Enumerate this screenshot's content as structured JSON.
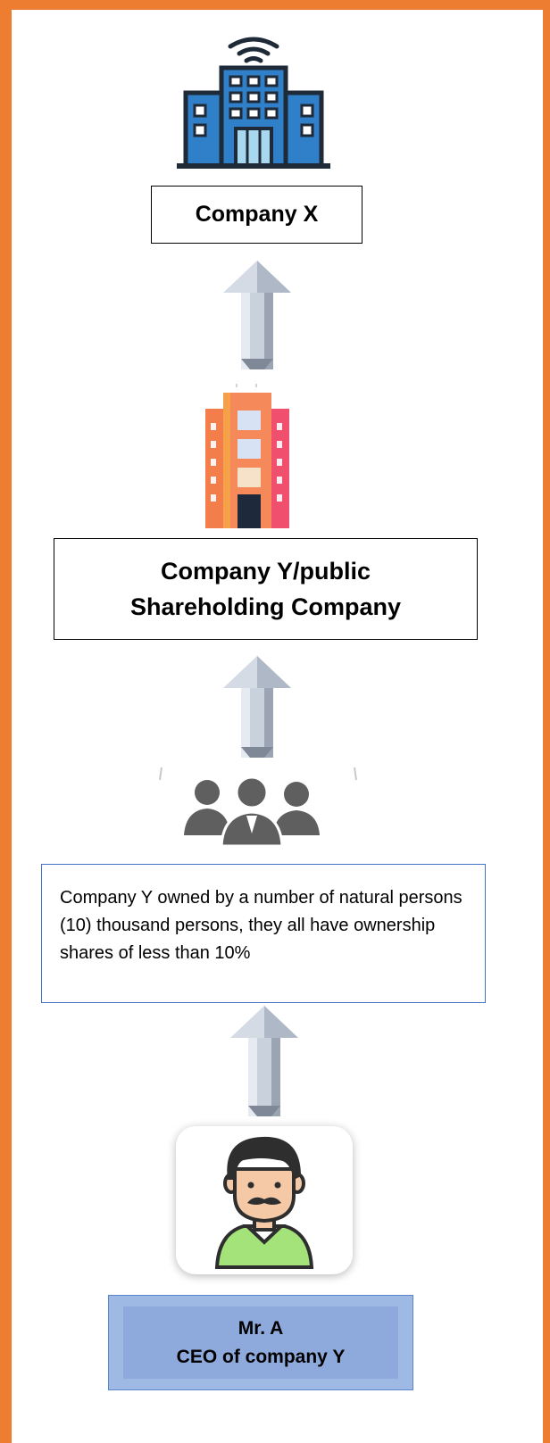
{
  "nodes": {
    "company_x": {
      "label": "Company X"
    },
    "company_y": {
      "line1": "Company Y/public",
      "line2": "Shareholding Company"
    },
    "owners": {
      "text": "Company Y owned by a number of natural persons (10) thousand persons, they all have ownership shares of less than 10%"
    },
    "mr_a": {
      "line1": "Mr. A",
      "line2": "CEO of company Y"
    }
  },
  "icons": [
    "office-building-blue-icon",
    "office-building-orange-icon",
    "people-group-icon",
    "man-avatar-icon",
    "up-arrow-icon"
  ],
  "colors": {
    "frame": "#ED7D31",
    "building_blue": "#2F80C8",
    "building_dark": "#1F2A38",
    "building_orange": "#F47E4B",
    "building_pink": "#F0506E",
    "arrow_light": "#DCE3EE",
    "arrow_dark": "#8E98A6",
    "people": "#5F5F5F",
    "owners_border": "#4472C4",
    "mr_a_fill": "#8EA9DB",
    "avatar_shirt": "#A4E27A",
    "avatar_hair": "#2E2E2E"
  }
}
